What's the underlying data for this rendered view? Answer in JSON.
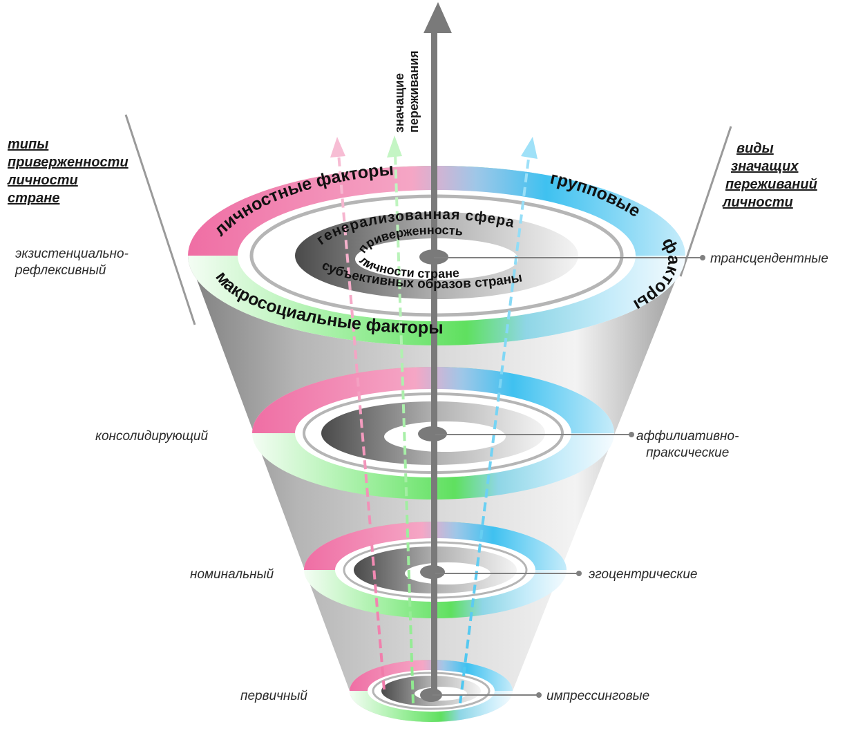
{
  "axis_label": [
    "значащие",
    "переживания"
  ],
  "left_header": [
    "типы",
    "приверженности",
    "личности",
    "стране"
  ],
  "right_header": [
    "виды",
    "значащих",
    "переживаний",
    "личности"
  ],
  "arcs": {
    "personal": "личностные факторы",
    "group_1": "групповые",
    "group_2": "факторы",
    "macro": "макросоциальные факторы",
    "generalized": "генерализованная сфера",
    "subjective": "субъективных образов страны",
    "commitment_1": "приверженность",
    "commitment_2": "личности стране"
  },
  "levels": [
    {
      "type": "экзистенциально-\nрефлексивный",
      "experience": "трансцендентные"
    },
    {
      "type": "консолидирующий",
      "experience": "аффилиативно-\nпраксические"
    },
    {
      "type": "номинальный",
      "experience": "эгоцентрические"
    },
    {
      "type": "первичный",
      "experience": "импрессинговые"
    }
  ],
  "colors": {
    "pink": "#f07aa9",
    "blue": "#4cc6f0",
    "green": "#6ee06e",
    "axis": "#7a7a7a",
    "cone_dark": "#8a8a8a",
    "cone_light": "#eeeeee"
  }
}
